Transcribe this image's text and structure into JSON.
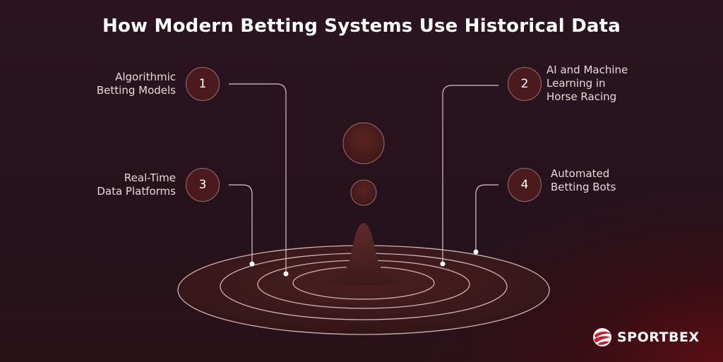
{
  "title": "How Modern Betting Systems Use Historical Data",
  "steps": [
    {
      "number": "1",
      "lines": [
        "Algorithmic",
        "Betting Models"
      ]
    },
    {
      "number": "2",
      "lines": [
        "AI and Machine",
        "Learning in",
        "Horse Racing"
      ]
    },
    {
      "number": "3",
      "lines": [
        "Real-Time",
        "Data Platforms"
      ]
    },
    {
      "number": "4",
      "lines": [
        "Automated",
        "Betting Bots"
      ]
    }
  ],
  "brand": {
    "name": "SPORTBEX",
    "logo_icon": "sportbex-ball-icon"
  },
  "colors": {
    "accent": "#c8202a",
    "ring": "#cfb3b3",
    "disc": "#3a1a1d",
    "badge": "#4a1a1e"
  }
}
